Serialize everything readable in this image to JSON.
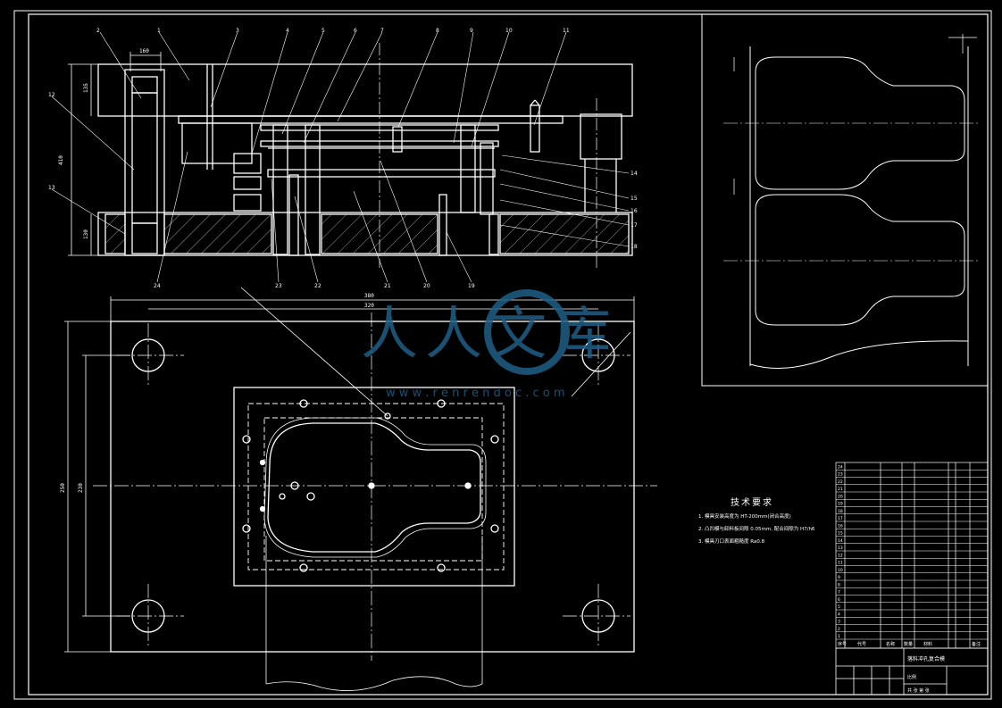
{
  "drawing": {
    "watermark": {
      "brand_glyph": "人人文库",
      "url": "w w w . r e n r e n d o c . c o m"
    },
    "dims": {
      "top_width": "160",
      "left_height_total": "410",
      "left_top_height": "135",
      "left_bottom_height": "130",
      "plate_length": "380",
      "plate_inner_length": "320",
      "plate_height": "250",
      "plate_inner_height": "230"
    },
    "part_numbers_top": [
      "2",
      "1",
      "3",
      "4",
      "5",
      "6",
      "7",
      "8",
      "9",
      "10",
      "11",
      "12",
      "13"
    ],
    "part_numbers_bottom": [
      "24",
      "23",
      "22",
      "21",
      "20",
      "19"
    ],
    "part_numbers_right": [
      "14",
      "15",
      "16",
      "17",
      "18"
    ],
    "tech_title": "技术要求",
    "tech_notes": [
      "1. 模具安装高度为 HT-200mm(闭合高度)",
      "2. 凸凹模与卸料板间隙 0.05mm, 配合间隙为 H7/h6",
      "3. 模具刃口表面粗糙度 Ra0.8"
    ],
    "title_block": {
      "header": [
        "序号",
        "代号",
        "名称",
        "数量",
        "材料",
        "备注"
      ],
      "drawing_name": "落料冲孔复合模",
      "scale_label": "比例",
      "sheet_label": "共 张 第 张"
    },
    "bom_rows": [
      "24",
      "23",
      "22",
      "21",
      "20",
      "19",
      "18",
      "17",
      "16",
      "15",
      "14",
      "13",
      "12",
      "11",
      "10",
      "9",
      "8",
      "7",
      "6",
      "5",
      "4",
      "3",
      "2",
      "1"
    ]
  }
}
